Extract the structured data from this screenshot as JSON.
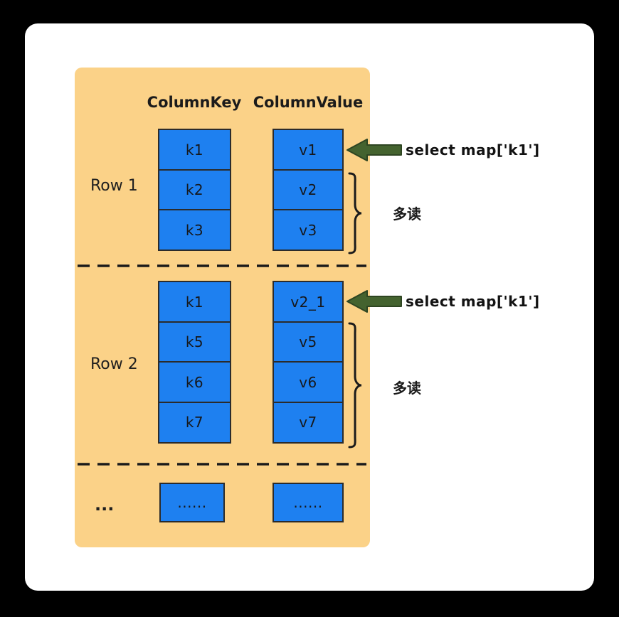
{
  "diagram": {
    "headers": {
      "key": "ColumnKey",
      "value": "ColumnValue"
    },
    "rows": [
      {
        "label": "Row 1",
        "keys": [
          "k1",
          "k2",
          "k3"
        ],
        "values": [
          "v1",
          "v2",
          "v3"
        ]
      },
      {
        "label": "Row 2",
        "keys": [
          "k1",
          "k5",
          "k6",
          "k7"
        ],
        "values": [
          "v2_1",
          "v5",
          "v6",
          "v7"
        ]
      },
      {
        "label": "...",
        "keys": [
          "......"
        ],
        "values": [
          "......"
        ]
      }
    ],
    "annotations": {
      "select_row1": "select map['k1']",
      "select_row2": "select map['k1']",
      "brace_row1": "多读",
      "brace_row2": "多读"
    },
    "colors": {
      "background": "#000000",
      "card": "#FFFFFF",
      "panel": "#FBD288",
      "box_fill": "#1E80F0",
      "box_border": "#2B2B2B",
      "arrow_fill": "#44632F",
      "text": "#1B1B1B"
    }
  }
}
